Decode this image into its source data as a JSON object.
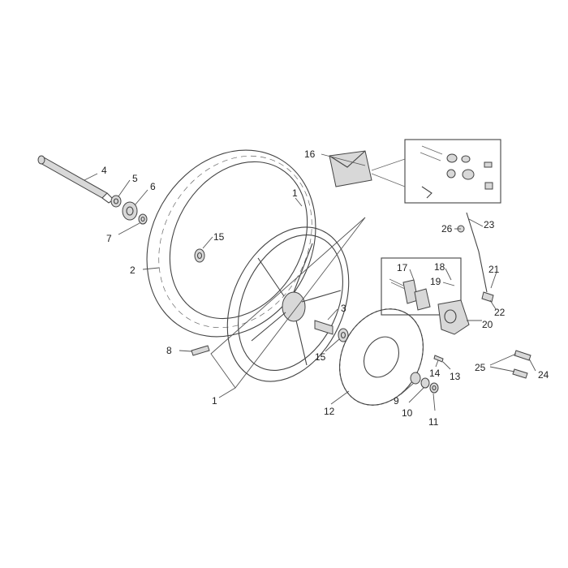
{
  "callouts": [
    "1",
    "2",
    "3",
    "4",
    "5",
    "6",
    "7",
    "8",
    "9",
    "10",
    "11",
    "12",
    "13",
    "14",
    "15",
    "16",
    "17",
    "18",
    "19",
    "20",
    "21",
    "22",
    "23",
    "24",
    "25",
    "26"
  ],
  "callout_15_b": "15",
  "callout_1_b": "1",
  "colors": {
    "line": "#444444",
    "fill": "#d8d8d8",
    "background": "#ffffff"
  }
}
